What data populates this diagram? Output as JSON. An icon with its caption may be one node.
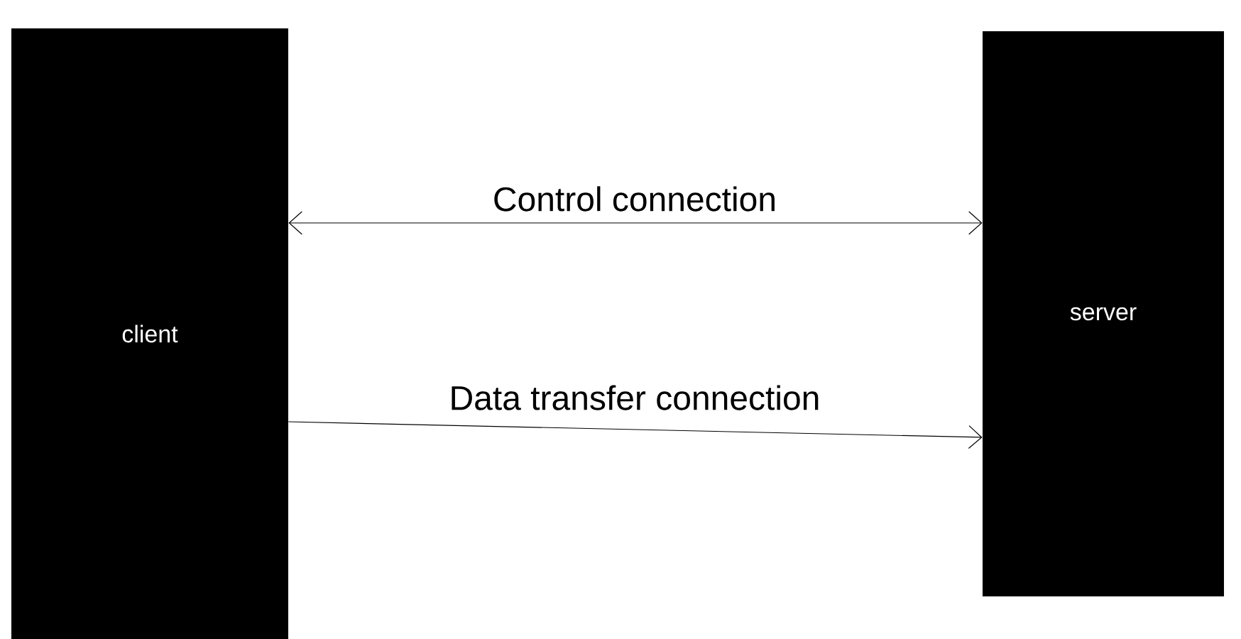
{
  "diagram": {
    "nodes": [
      {
        "text": [
          "client"
        ]
      },
      {
        "text": [
          "server"
        ]
      }
    ],
    "edges": [
      {
        "from": 0,
        "to": 1,
        "arrow": "both",
        "label": "Control connection"
      },
      {
        "from": 0,
        "to": 1,
        "arrow": "to",
        "label": "Data transfer connection"
      }
    ]
  }
}
